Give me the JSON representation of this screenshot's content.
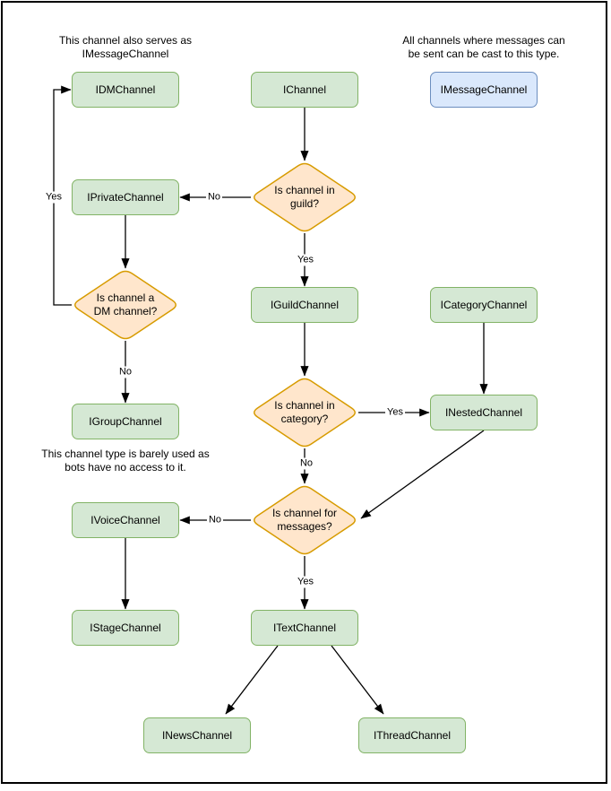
{
  "diagram": {
    "notes": {
      "dm_note": {
        "line1": "This channel also serves as",
        "line2": "IMessageChannel"
      },
      "message_note": {
        "line1": "All channels where messages can",
        "line2": "be sent can be cast to this type."
      },
      "group_note": {
        "line1": "This channel type is barely used as",
        "line2": "bots have no access to it."
      }
    },
    "nodes": {
      "idmchannel": "IDMChannel",
      "ichannel": "IChannel",
      "imessagechannel": "IMessageChannel",
      "iprivatechannel": "IPrivateChannel",
      "iguildchannel": "IGuildChannel",
      "icategorychannel": "ICategoryChannel",
      "igroupchannel": "IGroupChannel",
      "inestedchannel": "INestedChannel",
      "ivoicechannel": "IVoiceChannel",
      "istagechannel": "IStageChannel",
      "itextchannel": "ITextChannel",
      "inewschannel": "INewsChannel",
      "ithreadchannel": "IThreadChannel"
    },
    "decisions": {
      "in_guild": {
        "line1": "Is channel in",
        "line2": "guild?"
      },
      "is_dm": {
        "line1": "Is channel a",
        "line2": "DM channel?"
      },
      "in_category": {
        "line1": "Is channel in",
        "line2": "category?"
      },
      "for_messages": {
        "line1": "Is channel for",
        "line2": "messages?"
      }
    },
    "edge_labels": {
      "guild_no": "No",
      "guild_yes": "Yes",
      "dm_yes": "Yes",
      "dm_no": "No",
      "category_yes": "Yes",
      "category_no": "No",
      "messages_no": "No",
      "messages_yes": "Yes"
    },
    "colors": {
      "class_fill": "#d5e8d4",
      "class_stroke": "#82b366",
      "decision_fill": "#ffe6cc",
      "decision_stroke": "#d79b00",
      "castable_fill": "#dae8fc",
      "castable_stroke": "#6c8ebf",
      "arrow": "#000000",
      "page_border": "#000000"
    }
  }
}
